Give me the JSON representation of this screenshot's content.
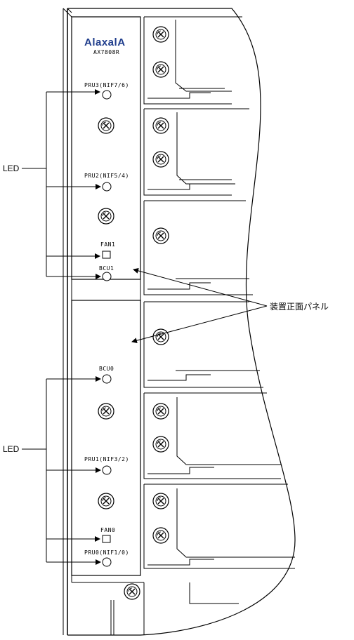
{
  "brand": {
    "name": "AlaxalA",
    "model": "AX7808R",
    "color": "#1f3d8c"
  },
  "callouts": {
    "led_top": "LED",
    "led_bottom": "LED",
    "front_panel": "装置正面パネル"
  },
  "indicators": {
    "pru3": "PRU3(NIF7/6)",
    "pru2": "PRU2(NIF5/4)",
    "fan1": "FAN1",
    "bcu1": "BCU1",
    "bcu0": "BCU0",
    "pru1": "PRU1(NIF3/2)",
    "fan0": "FAN0",
    "pru0": "PRU0(NIF1/0)"
  }
}
